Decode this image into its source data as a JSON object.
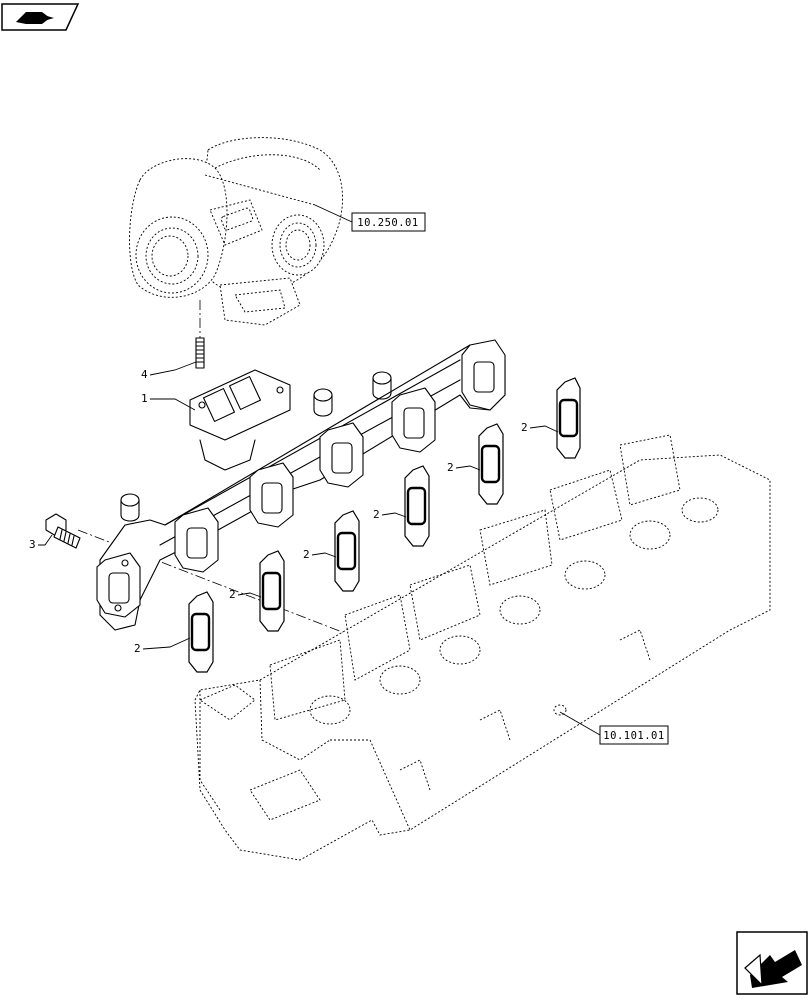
{
  "diagram": {
    "callouts": {
      "manifold": "1",
      "gasket": "2",
      "bolt": "3",
      "stud": "4"
    },
    "references": {
      "turbocharger": "10.250.01",
      "cylinder_head": "10.101.01"
    },
    "icons": {
      "top_left": "book-navigation-icon",
      "bottom_right": "next-page-arrow-icon"
    }
  }
}
